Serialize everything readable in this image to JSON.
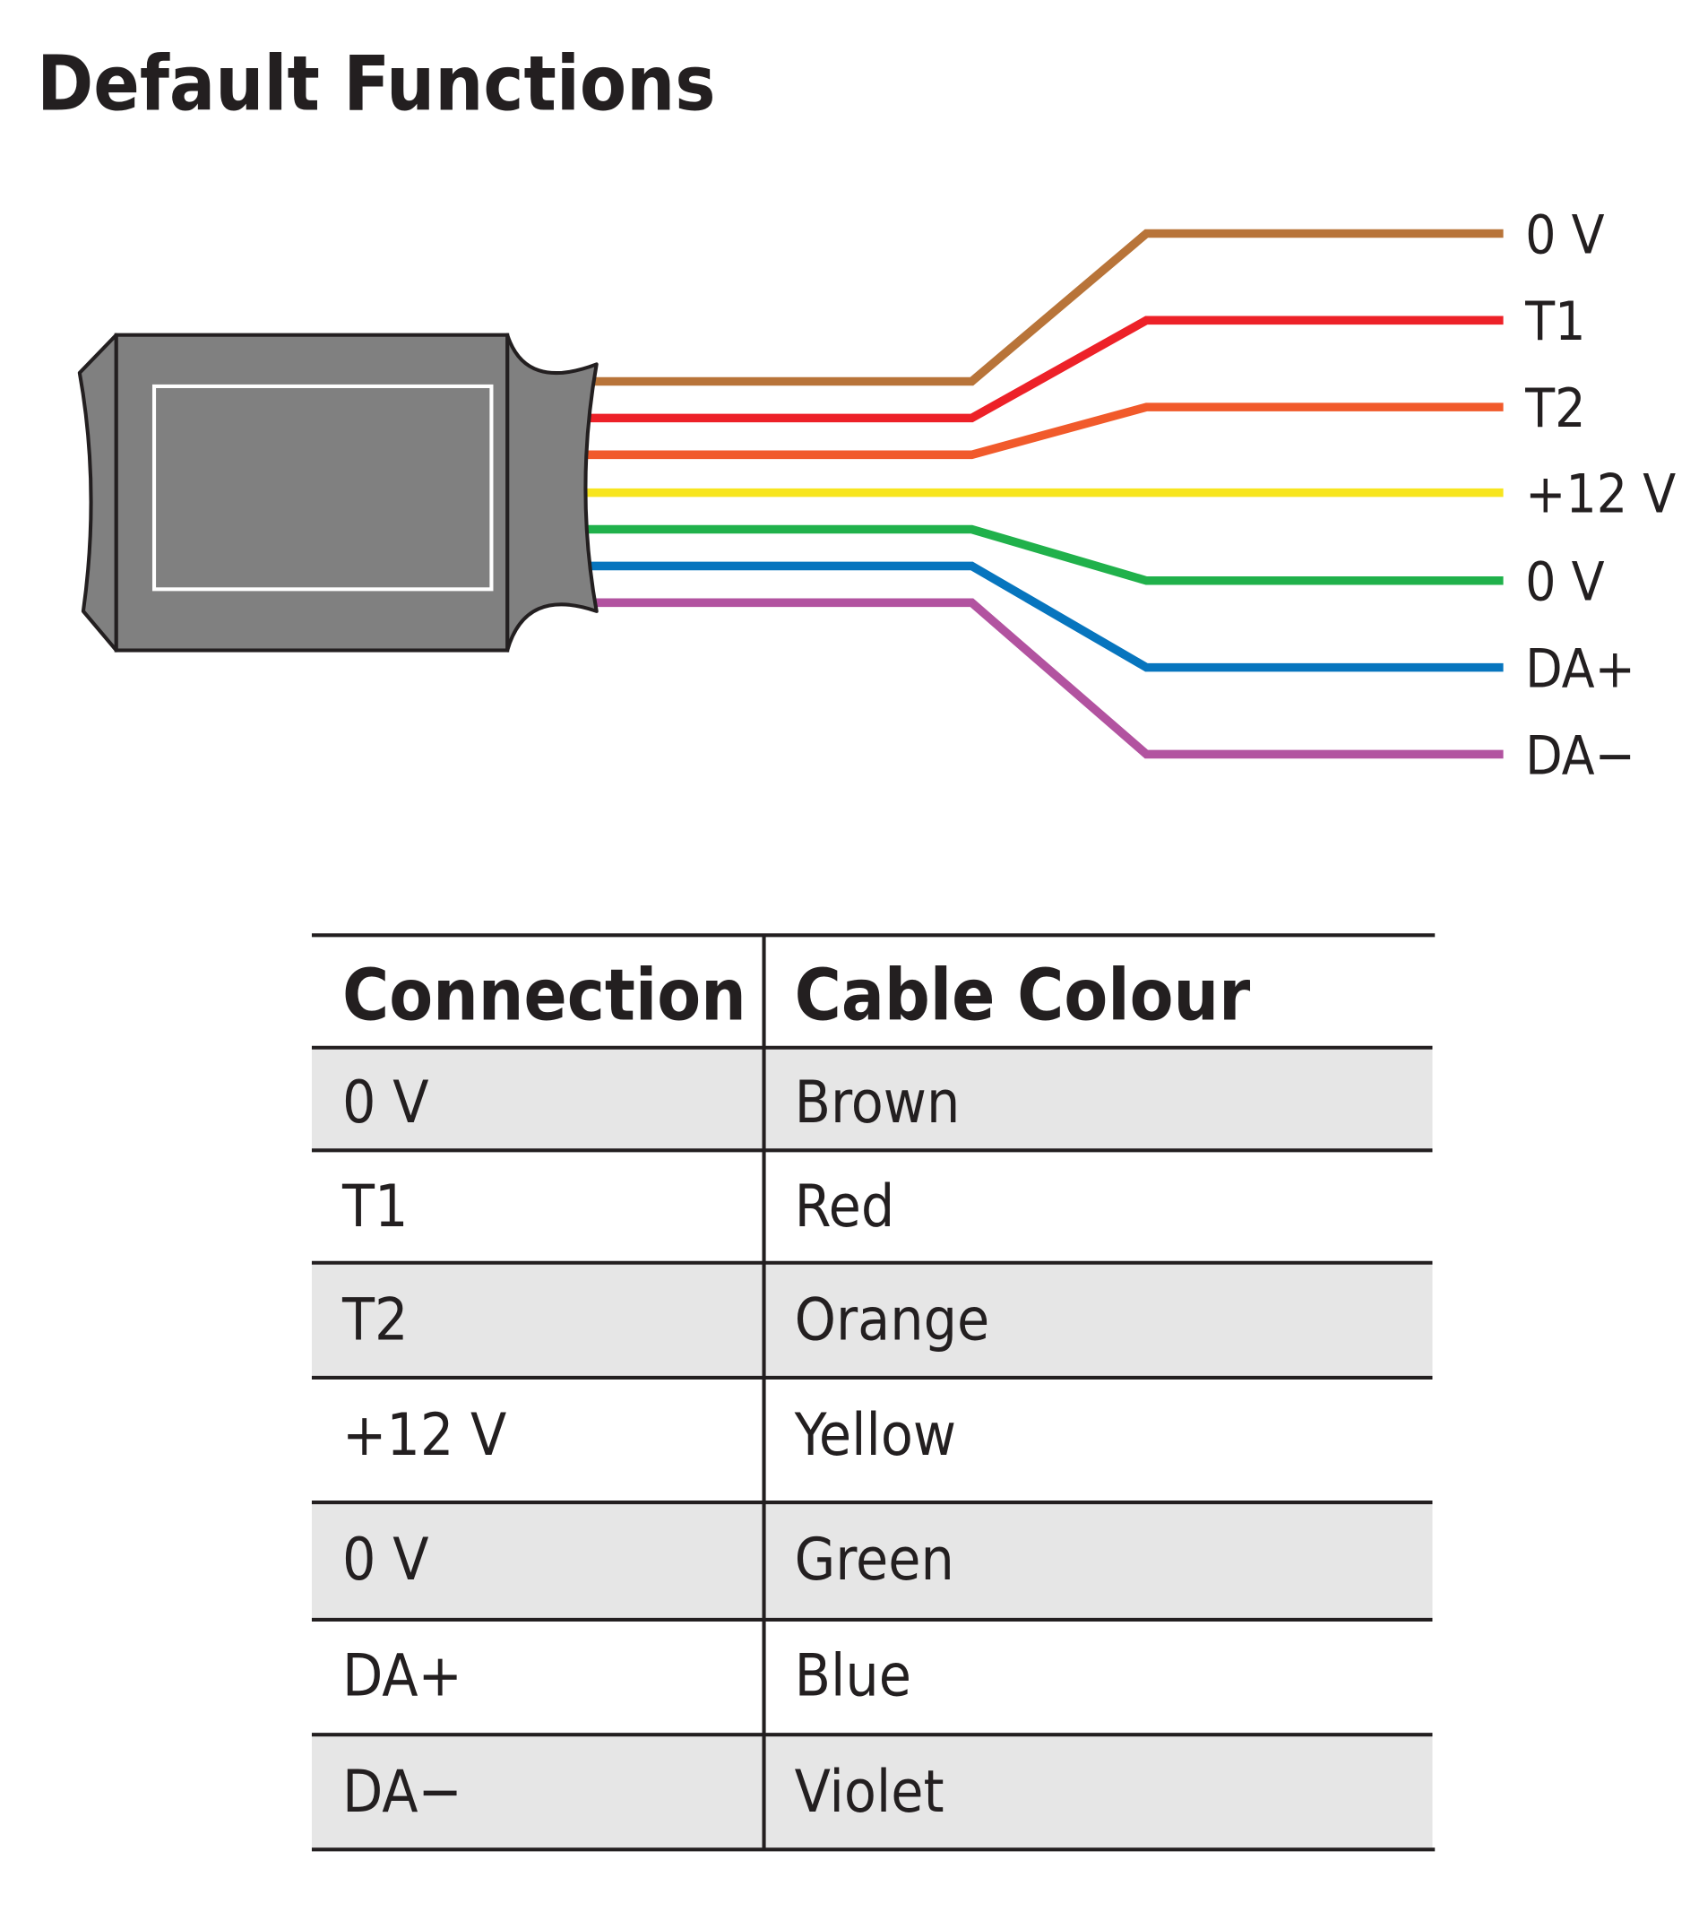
{
  "title": "Default Functions",
  "wires": [
    {
      "label": "0 V",
      "color": "#B87439"
    },
    {
      "label": "T1",
      "color": "#ED2128"
    },
    {
      "label": "T2",
      "color": "#F15A2B"
    },
    {
      "label": "+12 V",
      "color": "#F7E51E"
    },
    {
      "label": "0 V",
      "color": "#20B14B"
    },
    {
      "label": "DA+",
      "color": "#0775BE"
    },
    {
      "label": "DA−",
      "color": "#B253A0"
    }
  ],
  "table": {
    "headers": [
      "Connection",
      "Cable Colour"
    ],
    "rows": [
      [
        "0 V",
        "Brown"
      ],
      [
        "T1",
        "Red"
      ],
      [
        "T2",
        "Orange"
      ],
      [
        "+12 V",
        "Yellow"
      ],
      [
        "0 V",
        "Green"
      ],
      [
        "DA+",
        "Blue"
      ],
      [
        "DA−",
        "Violet"
      ]
    ]
  }
}
